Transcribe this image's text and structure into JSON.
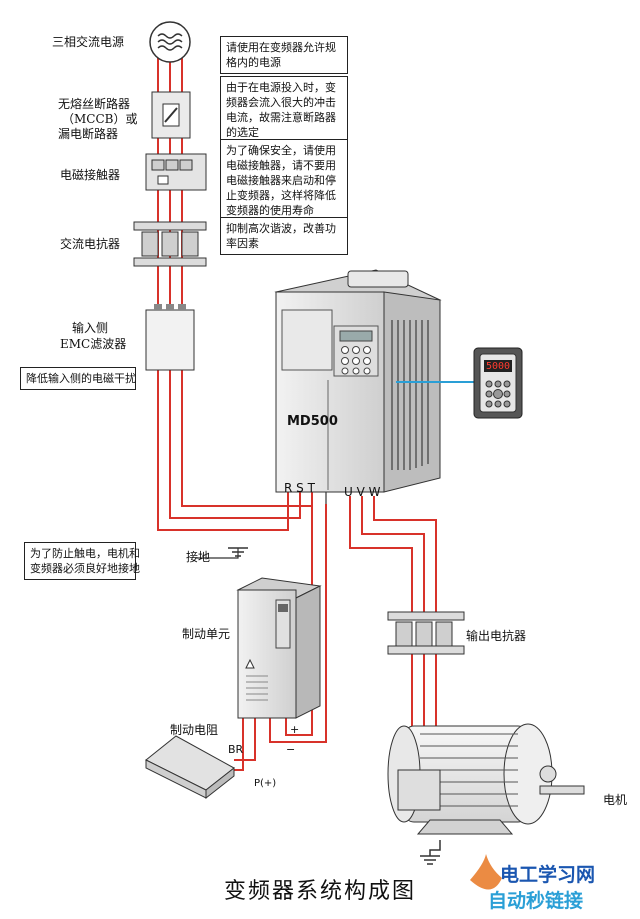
{
  "labels": {
    "power": "三相交流电源",
    "breaker_line1": "无熔丝断路器",
    "breaker_line2": "（MCCB）或",
    "breaker_line3": "漏电断路器",
    "contactor": "电磁接触器",
    "ac_reactor": "交流电抗器",
    "emc_line1": "输入侧",
    "emc_line2": "EMC滤波器",
    "ground": "接地",
    "brake_unit": "制动单元",
    "brake_resistor": "制动电阻",
    "output_reactor": "输出电抗器",
    "motor": "电机",
    "model": "MD500",
    "rst": "R S T",
    "uvw": "U V W",
    "br": "BR",
    "p_plus": "P(+)",
    "plus": "+",
    "minus": "−",
    "keypad_display": "5000"
  },
  "notes": {
    "note1": [
      "请使用在变频器允许规",
      "格内的电源"
    ],
    "note2": [
      "由于在电源投入时，变",
      "频器会流入很大的冲击",
      "电流，故需注意断路器",
      "的选定"
    ],
    "note3": [
      "为了确保安全，请使用",
      "电磁接触器，请不要用",
      "电磁接触器来启动和停",
      "止变频器，这样将降低",
      "变频器的使用寿命"
    ],
    "note4": [
      "抑制高次谐波，改善功",
      "率因素"
    ],
    "note5": [
      "降低输入侧的电磁干扰"
    ],
    "note6": [
      "为了防止触电，电机和",
      "变频器必须良好地接地"
    ]
  },
  "title": "变频器系统构成图",
  "watermark": {
    "line1": "电工学习网",
    "line2": "自动秒链接",
    "color_main": "#1a56b0",
    "color_accent": "#e87722"
  },
  "colors": {
    "wire": "#d8322a",
    "signal": "#2a9fd6",
    "device": "#e6e6e6",
    "outline": "#333333"
  }
}
